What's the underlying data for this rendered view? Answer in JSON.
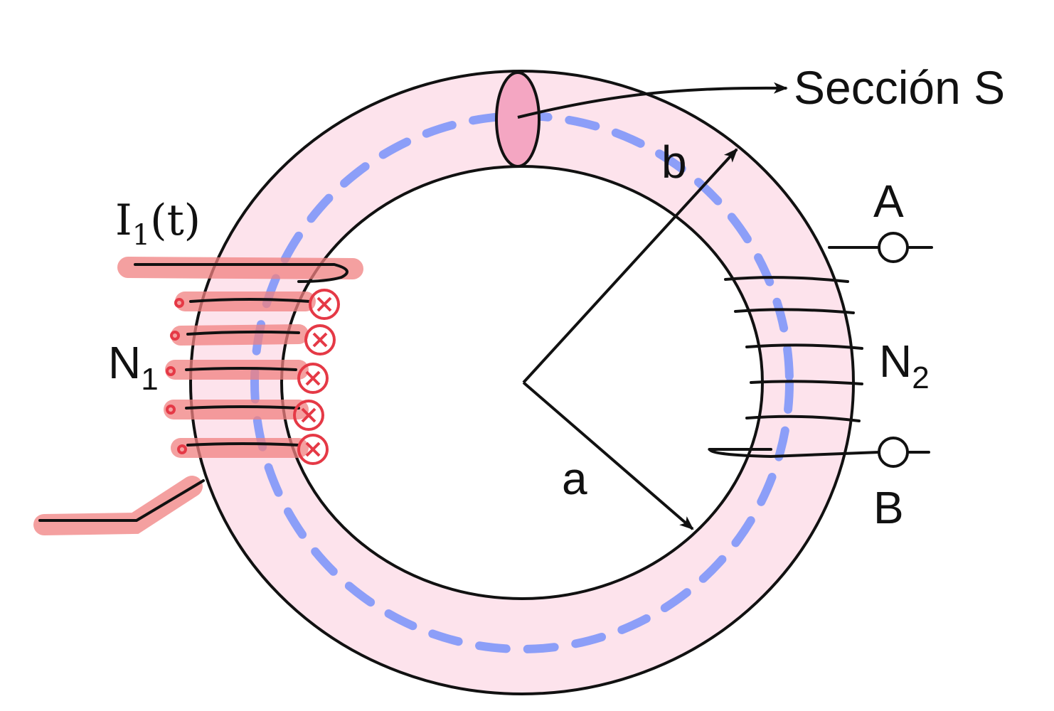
{
  "labels": {
    "section": "Sección S",
    "b": "b",
    "a": "a",
    "terminal_a": "A",
    "terminal_b": "B",
    "n2_main": "N",
    "n2_sub": "2",
    "n1_main": "N",
    "n1_sub": "1",
    "current_main": "I",
    "current_sub": "1",
    "current_arg": "(t)"
  },
  "colors": {
    "torus_fill": "#fde3ec",
    "section_fill": "#f4a6c2",
    "mean_path_dash": "#8c9ef8",
    "highlight": "#f08080",
    "cross_mark": "#e53946",
    "wire": "#111111"
  }
}
